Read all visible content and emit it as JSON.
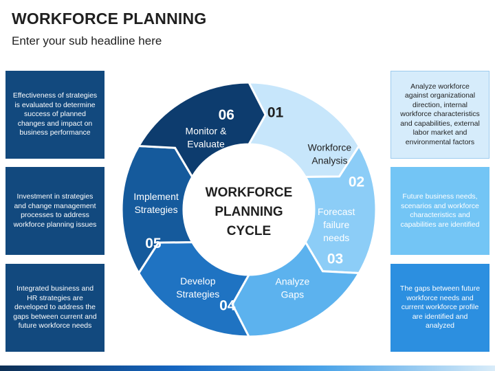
{
  "header": {
    "title": "WORKFORCE PLANNING",
    "subtitle": "Enter your sub headline here"
  },
  "center": {
    "line1": "WORKFORCE",
    "line2": "PLANNING",
    "line3": "CYCLE"
  },
  "steps": [
    {
      "num": "01",
      "label_lines": [
        "Workforce",
        "Analysis"
      ],
      "color": "#c7e6fb",
      "text_color": "#1f1f1f"
    },
    {
      "num": "02",
      "label_lines": [
        "Forecast",
        "failure",
        "needs"
      ],
      "color": "#8ccdf7",
      "text_color": "#ffffff"
    },
    {
      "num": "03",
      "label_lines": [
        "Analyze",
        "Gaps"
      ],
      "color": "#5cb2ee",
      "text_color": "#ffffff"
    },
    {
      "num": "04",
      "label_lines": [
        "Develop",
        "Strategies"
      ],
      "color": "#1f73c2",
      "text_color": "#ffffff"
    },
    {
      "num": "05",
      "label_lines": [
        "Implement",
        "Strategies"
      ],
      "color": "#155a9c",
      "text_color": "#ffffff"
    },
    {
      "num": "06",
      "label_lines": [
        "Monitor &",
        "Evaluate"
      ],
      "color": "#0d3c6e",
      "text_color": "#ffffff"
    }
  ],
  "left_boxes": [
    {
      "text": "Effectiveness of strategies is evaluated to determine success of planned changes and impact on business performance"
    },
    {
      "text": "Investment in strategies and change management processes to address workforce planning issues"
    },
    {
      "text": "Integrated business and HR strategies are developed to address the gaps between current and future workforce needs"
    }
  ],
  "right_boxes": [
    {
      "text": "Analyze workforce against organizational direction, internal workforce characteristics and capabilities, external labor market and environmental factors"
    },
    {
      "text": "Future business needs, scenarios and workforce characteristics and capabilities are identified"
    },
    {
      "text": "The gaps between future workforce needs and current workforce profile are identified and analyzed"
    }
  ]
}
